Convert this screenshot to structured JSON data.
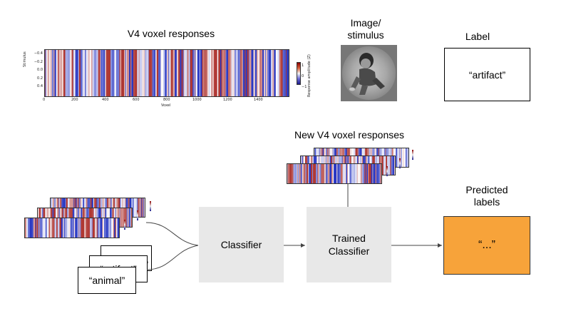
{
  "top": {
    "heatmap_title": "V4 voxel responses",
    "image_title": "Image/\nstimulus",
    "label_title": "Label",
    "label_value": "“artifact”",
    "y_axis_label": "Stimulus",
    "x_axis_label": "Voxel",
    "y_ticks": [
      "−0.4",
      "−0.2",
      "0.0",
      "0.2",
      "0.4"
    ],
    "x_ticks": [
      "0",
      "200",
      "400",
      "600",
      "800",
      "1000",
      "1200",
      "1400"
    ],
    "colorbar_label": "Response amplitude (Z)",
    "colorbar_ticks": [
      "1",
      "0",
      "−1"
    ]
  },
  "pipeline": {
    "new_responses_title": "New V4 voxel responses",
    "classifier_label": "Classifier",
    "trained_classifier_label": "Trained\nClassifier",
    "predicted_title": "Predicted\nlabels",
    "predicted_value": "“...”",
    "train_labels": [
      "“artifact”",
      "“animal”"
    ]
  },
  "colors": {
    "box_gray": "#e8e8e8",
    "predicted_orange": "#f7a33a",
    "heat_red": "#b2182b",
    "heat_blue": "#2f3fa0"
  },
  "image_description_icon": "baby-crawling-photo"
}
